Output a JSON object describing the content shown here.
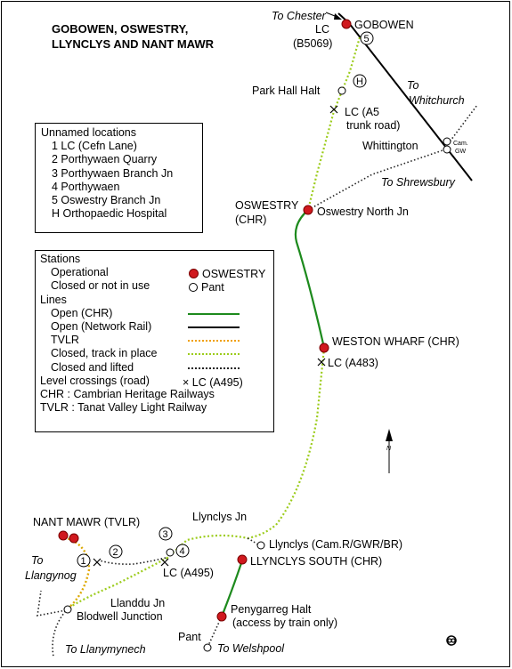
{
  "title": [
    "GOBOWEN, OSWESTRY,",
    "LLYNCLYS AND NANT MAWR"
  ],
  "key": {
    "heading": "Unnamed locations",
    "items": [
      "1 LC (Cefn Lane)",
      "2 Porthywaen Quarry",
      "3 Porthywaen Branch Jn",
      "4 Porthywaen",
      "5 Oswestry Branch Jn",
      "H Orthopaedic Hospital"
    ]
  },
  "legend": {
    "stations_heading": "Stations",
    "operational": "Operational",
    "operational_example": "OSWESTRY",
    "closed": "Closed or not in use",
    "closed_example": "Pant",
    "lines_heading": "Lines",
    "open_chr": "Open (CHR)",
    "open_nr": "Open (Network Rail)",
    "tvlr": "TVLR",
    "closed_track": "Closed, track in place",
    "closed_lifted": "Closed and lifted",
    "level_crossings": "Level crossings (road)",
    "level_crossings_symbol": "×",
    "level_crossings_example": "LC (A495)",
    "chr_note": "CHR : Cambrian Heritage Railways",
    "tvlr_note": "TVLR : Tanat Valley Light Railway"
  },
  "places": {
    "to_chester": "To Chester",
    "gobowen": "GOBOWEN",
    "lc_b5069_1": "LC",
    "lc_b5069_2": "(B5069)",
    "num5": "5",
    "to_whitchurch_1": "To",
    "to_whitchurch_2": "Whitchurch",
    "park_hall": "Park Hall Halt",
    "hospital": "H",
    "lc_a5_1": "LC (A5",
    "lc_a5_2": "trunk road)",
    "whittington": "Whittington",
    "cam_gw_1": "Cam.",
    "cam_gw_2": "GW",
    "to_shrewsbury": "To Shrewsbury",
    "oswestry_1": "OSWESTRY",
    "oswestry_2": "(CHR)",
    "oswestry_north": "Oswestry North Jn",
    "weston_wharf": "WESTON WHARF (CHR)",
    "lc_a483": "LC (A483)",
    "north": "N",
    "llynclys_jn": "Llynclys Jn",
    "nant_mawr": "NANT MAWR (TVLR)",
    "num1": "1",
    "num2": "2",
    "num3": "3",
    "num4": "4",
    "to_llangynog_1": "To",
    "to_llangynog_2": "Llangynog",
    "lc_a495": "LC (A495)",
    "llynclys": "Llynclys (Cam.R/GWR/BR)",
    "llynclys_south": "LLYNCLYS SOUTH (CHR)",
    "llanddu_1": "Llanddu Jn",
    "llanddu_2": "Blodwell Junction",
    "penygarreg_1": "Penygarreg Halt",
    "penygarreg_2": "(access by train only)",
    "pant": "Pant",
    "to_welshpool": "To Welshpool",
    "to_llanymynech": "To Llanymynech"
  },
  "colors": {
    "chr": "#1d8a1d",
    "network_rail": "#000000",
    "tvlr": "#f0a000",
    "closed_track": "#9ccc1c",
    "lifted": "#222222",
    "station_red": "#d0191e"
  }
}
